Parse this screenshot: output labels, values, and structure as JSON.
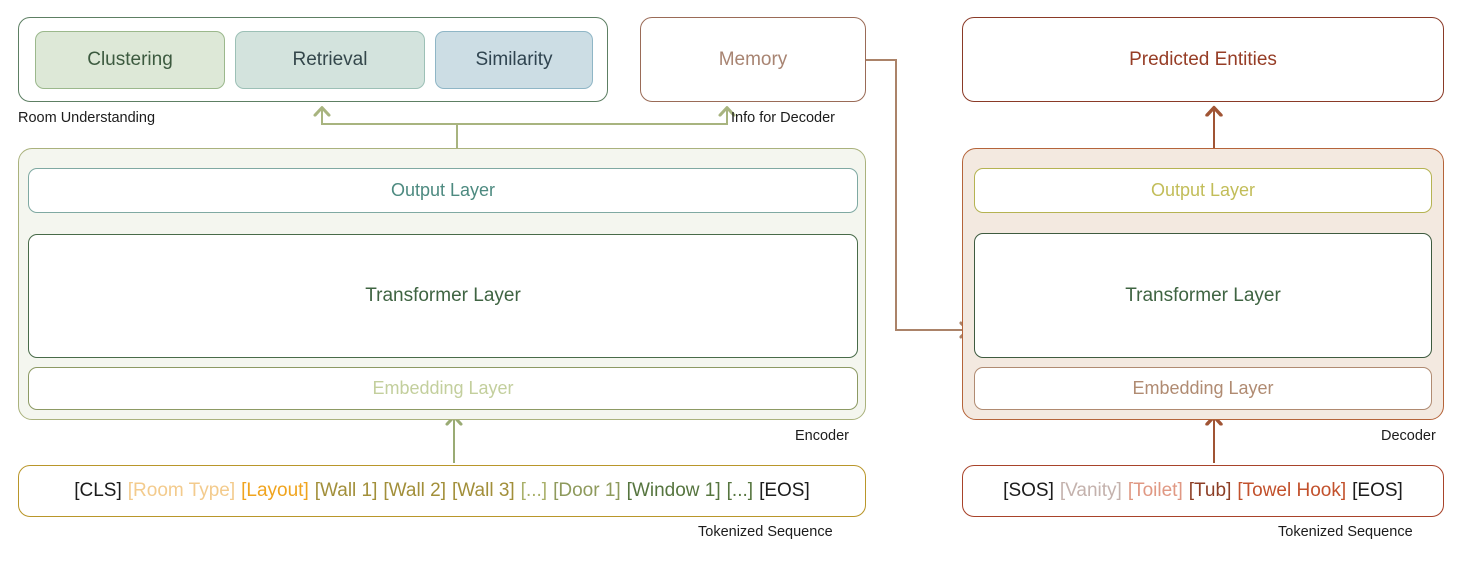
{
  "room_understanding": {
    "caption": "Room Understanding",
    "tasks": [
      {
        "label": "Clustering",
        "fill": "#dde8d7",
        "border": "#9bb88c",
        "text": "#3c5a3f"
      },
      {
        "label": "Retrieval",
        "fill": "#d3e3dd",
        "border": "#9cc0b6",
        "text": "#34474b"
      },
      {
        "label": "Similarity",
        "fill": "#ccdde4",
        "border": "#8fb6c6",
        "text": "#2f4450"
      }
    ]
  },
  "memory": {
    "label": "Memory",
    "caption": "Info for Decoder",
    "border": "#9a6b57",
    "text": "#a88472"
  },
  "predicted_entities": {
    "label": "Predicted Entities",
    "border": "#8a3a27",
    "text": "#963d26"
  },
  "encoder": {
    "caption": "Encoder",
    "container_fill": "#f4f6ef",
    "container_border": "#aab27d",
    "layers": [
      {
        "label": "Output Layer",
        "text": "#4d8a80",
        "border": "#7fa9a2"
      },
      {
        "label": "Transformer Layer",
        "text": "#3f6442",
        "border": "#486b49"
      },
      {
        "label": "Embedding Layer",
        "text": "#c3cf9d",
        "border": "#8d9a64"
      }
    ],
    "token_sequence": {
      "caption": "Tokenized Sequence",
      "border": "#b9962a",
      "tokens": [
        {
          "text": "[CLS]",
          "color": "#1c1c1c"
        },
        {
          "text": "[Room Type]",
          "color": "#f3cb8d"
        },
        {
          "text": "[Layout]",
          "color": "#f0a41e"
        },
        {
          "text": "[Wall 1]",
          "color": "#a28f3a"
        },
        {
          "text": "[Wall 2]",
          "color": "#a28f3a"
        },
        {
          "text": "[Wall 3]",
          "color": "#a28f3a"
        },
        {
          "text": "[...]",
          "color": "#a9b06a"
        },
        {
          "text": "[Door 1]",
          "color": "#8e9a5c"
        },
        {
          "text": "[Window 1]",
          "color": "#56753f"
        },
        {
          "text": "[...]",
          "color": "#56753f"
        },
        {
          "text": "[EOS]",
          "color": "#1c1c1c"
        }
      ]
    }
  },
  "decoder": {
    "caption": "Decoder",
    "container_fill": "#f3e9e0",
    "container_border": "#b5643a",
    "layers": [
      {
        "label": "Output Layer",
        "text": "#c2bd59",
        "border": "#b5b352"
      },
      {
        "label": "Transformer Layer",
        "text": "#3f6442",
        "border": "#3e5b3f"
      },
      {
        "label": "Embedding Layer",
        "text": "#b08b72",
        "border": "#b08b72"
      }
    ],
    "token_sequence": {
      "caption": "Tokenized Sequence",
      "border": "#a8432a",
      "tokens": [
        {
          "text": "[SOS]",
          "color": "#1c1c1c"
        },
        {
          "text": "[Vanity]",
          "color": "#c4b2ad"
        },
        {
          "text": "[Toilet]",
          "color": "#e09883"
        },
        {
          "text": "[Tub]",
          "color": "#8c3e25"
        },
        {
          "text": "[Towel Hook]",
          "color": "#c2512c"
        },
        {
          "text": "[EOS]",
          "color": "#1c1c1c"
        }
      ]
    }
  },
  "connectors": {
    "encoder_internal_color": "#9aab74",
    "to_room_understanding_color": "#a8b47f",
    "to_memory_color": "#a8b47f",
    "memory_to_decoder_color": "#ab8369",
    "decoder_internal_color": "#b5643a",
    "decoder_out_color": "#a05434"
  }
}
